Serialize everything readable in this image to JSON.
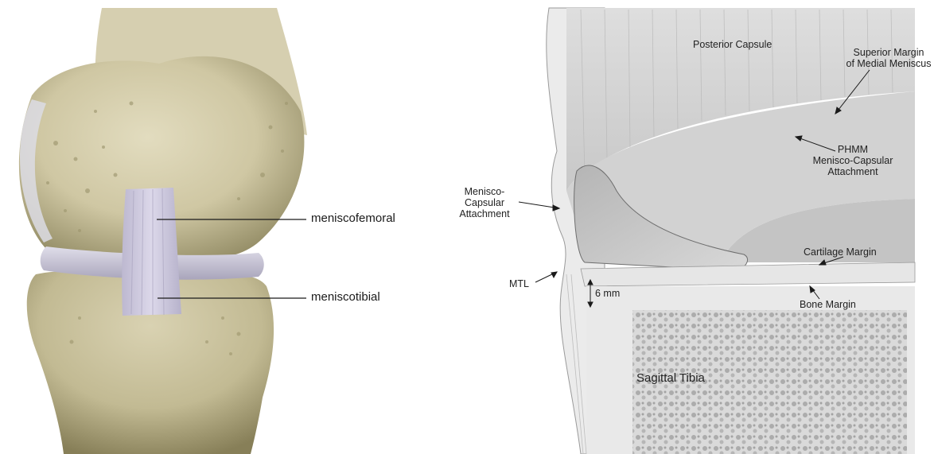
{
  "left_panel": {
    "labels": {
      "meniscofemoral": "meniscofemoral",
      "meniscotibial": "meniscotibial"
    }
  },
  "right_panel": {
    "labels": {
      "posterior_capsule": "Posterior Capsule",
      "superior_margin_line1": "Superior Margin",
      "superior_margin_line2": "of Medial Meniscus",
      "phmm_line1": "PHMM",
      "phmm_line2": "Menisco-Capsular",
      "phmm_line3": "Attachment",
      "mc_attach_line1": "Menisco-",
      "mc_attach_line2": "Capsular",
      "mc_attach_line3": "Attachment",
      "cartilage_margin": "Cartilage Margin",
      "mtl": "MTL",
      "six_mm": "6 mm",
      "bone_margin": "Bone Margin",
      "sagittal_tibia": "Sagittal Tibia"
    }
  },
  "colors": {
    "bone": "#d3ccab",
    "bone_shadow": "#8e8660",
    "meniscus": "#c9c6d6",
    "ligament": "#d1cde0",
    "capsule": "#e4e4e4",
    "line": "#1a1a1a"
  }
}
